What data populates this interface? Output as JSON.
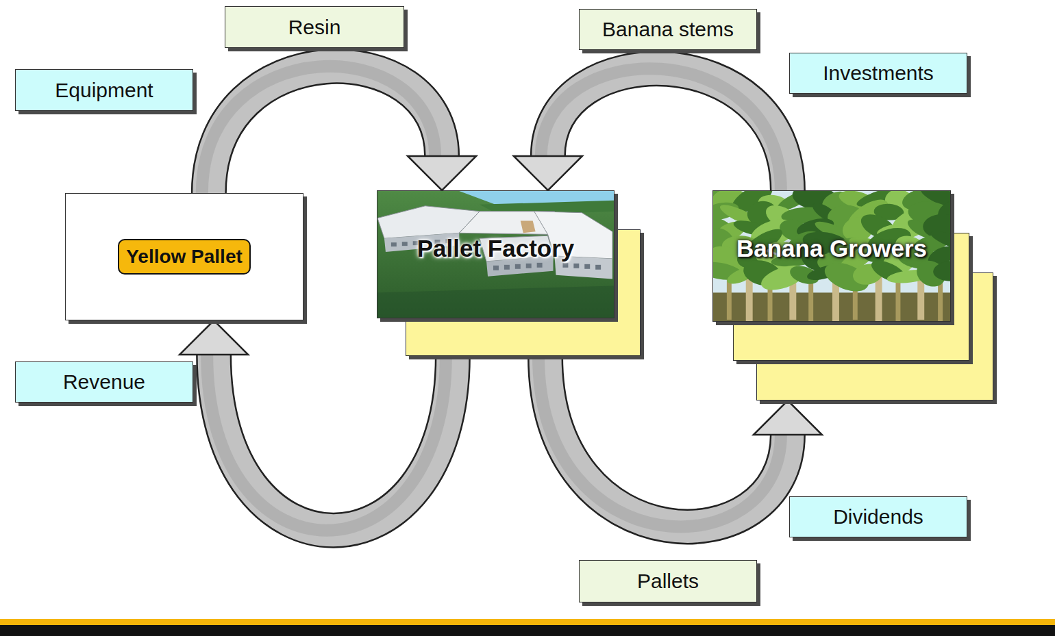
{
  "diagram": {
    "nodes": [
      {
        "text": [
          "Resin"
        ]
      },
      {
        "text": [
          "Banana stems"
        ]
      },
      {
        "text": [
          "Equipment"
        ]
      },
      {
        "text": [
          "Investments"
        ]
      },
      {
        "text": [
          "Yellow Pallet"
        ]
      },
      {
        "text": [
          "Pallet Factory"
        ]
      },
      {
        "text": [
          "Banana Growers"
        ]
      },
      {
        "text": [
          "Revenue"
        ]
      },
      {
        "text": [
          "Dividends"
        ]
      },
      {
        "text": [
          "Pallets"
        ]
      }
    ],
    "edges": [
      {
        "from": 4,
        "to": 5,
        "arrow": "to"
      },
      {
        "from": 6,
        "to": 5,
        "arrow": "to"
      },
      {
        "from": 5,
        "to": 4,
        "arrow": "to"
      },
      {
        "from": 5,
        "to": 6,
        "arrow": "to"
      }
    ]
  }
}
